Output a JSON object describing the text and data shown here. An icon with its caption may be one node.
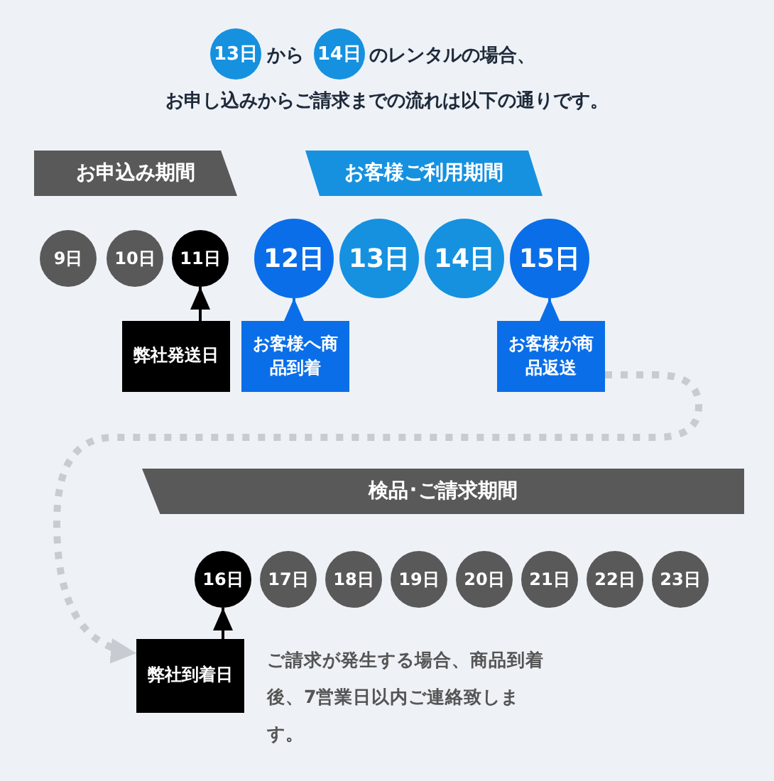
{
  "diagram": {
    "title": "お申し込みからご請求までの流れは以下の通りです。",
    "nodes": [
      {
        "text": [
          "13日"
        ]
      },
      {
        "text": [
          "14日"
        ]
      },
      {
        "text": [
          "お申込み期間"
        ]
      },
      {
        "text": [
          "お客様ご利用期間"
        ]
      },
      {
        "text": [
          "9日"
        ]
      },
      {
        "text": [
          "10日"
        ]
      },
      {
        "text": [
          "11日"
        ]
      },
      {
        "text": [
          "12日"
        ]
      },
      {
        "text": [
          "13日"
        ]
      },
      {
        "text": [
          "14日"
        ]
      },
      {
        "text": [
          "15日"
        ]
      },
      {
        "text": [
          "弊社発送日"
        ]
      },
      {
        "text": [
          "お客様へ商品到着"
        ]
      },
      {
        "text": [
          "お客様が商品返送"
        ]
      },
      {
        "text": [
          "検品･ご請求期間"
        ]
      },
      {
        "text": [
          "16日"
        ]
      },
      {
        "text": [
          "17日"
        ]
      },
      {
        "text": [
          "18日"
        ]
      },
      {
        "text": [
          "19日"
        ]
      },
      {
        "text": [
          "20日"
        ]
      },
      {
        "text": [
          "21日"
        ]
      },
      {
        "text": [
          "22日"
        ]
      },
      {
        "text": [
          "23日"
        ]
      },
      {
        "text": [
          "弊社到着日"
        ]
      }
    ],
    "edges": [
      {
        "from": 11,
        "to": 6,
        "arrow": "to",
        "color": "#000000"
      },
      {
        "from": 12,
        "to": 7,
        "arrow": "to",
        "color": "#0a6ee8"
      },
      {
        "from": 13,
        "to": 10,
        "arrow": "to",
        "color": "#0a6ee8"
      },
      {
        "from": 13,
        "to": 23,
        "arrow": "to",
        "style": "dashed",
        "color": "#c8ccd2"
      },
      {
        "from": 23,
        "to": 15,
        "arrow": "to",
        "color": "#000000"
      }
    ],
    "labels": [
      "から",
      "のレンタルの場合、",
      "ご請求が発生する場合、商品到着後、7営業日以内ご連絡致します。"
    ]
  }
}
